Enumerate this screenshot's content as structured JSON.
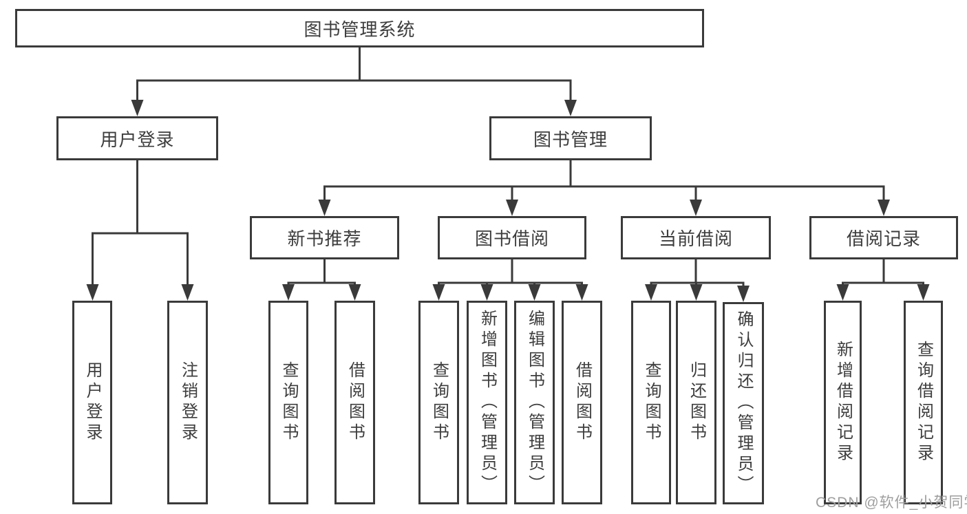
{
  "nodes": {
    "root": {
      "label": "图书管理系统"
    },
    "user_login": {
      "label": "用户登录"
    },
    "book_management": {
      "label": "图书管理"
    },
    "new_book_recommend": {
      "label": "新书推荐"
    },
    "book_borrowing": {
      "label": "图书借阅"
    },
    "current_borrowing": {
      "label": "当前借阅"
    },
    "borrowing_records": {
      "label": "借阅记录"
    },
    "leaf_user_login": {
      "label": "用户登录"
    },
    "leaf_logout": {
      "label": "注销登录"
    },
    "leaf_query_books_recommend": {
      "label": "查询图书"
    },
    "leaf_borrow_books_recommend": {
      "label": "借阅图书"
    },
    "leaf_query_books_borrowing": {
      "label": "查询图书"
    },
    "leaf_add_books_admin": {
      "label": "新增图书（管理员）"
    },
    "leaf_edit_books_admin": {
      "label": "编辑图书（管理员）"
    },
    "leaf_borrow_books_borrowing": {
      "label": "借阅图书"
    },
    "leaf_query_books_current": {
      "label": "查询图书"
    },
    "leaf_return_books": {
      "label": "归还图书"
    },
    "leaf_confirm_return_admin": {
      "label": "确认归还（管理员）"
    },
    "leaf_add_borrowing_record": {
      "label": "新增借阅记录"
    },
    "leaf_query_borrowing_record": {
      "label": "查询借阅记录"
    }
  },
  "watermark": "CSDN @软件_小贺同学",
  "colors": {
    "line": "#3a3a3a",
    "text": "#3d3d3d",
    "box_background": "#ffffff",
    "page_background": "#ffffff",
    "watermark": "#9e9e9e"
  }
}
